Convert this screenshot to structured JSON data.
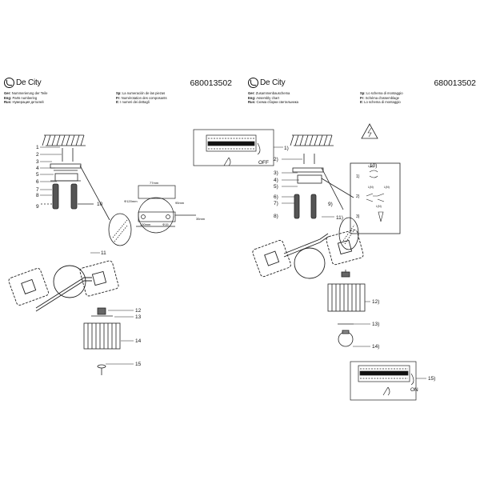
{
  "brand": "De City",
  "left": {
    "article": "680013502",
    "legend": [
      {
        "code": "Ger:",
        "text": "Nummerierung der Teile"
      },
      {
        "code": "Sp:",
        "text": "La numeración de las piezas"
      },
      {
        "code": "Eng:",
        "text": "Parts numbering"
      },
      {
        "code": "Fr:",
        "text": "Numérotation des composants"
      },
      {
        "code": "Rus:",
        "text": "Нумерация деталей"
      },
      {
        "code": "It:",
        "text": "I numeri dei dettagli"
      }
    ],
    "labels": [
      "1",
      "2",
      "3",
      "4",
      "5",
      "6",
      "7",
      "8",
      "9",
      "10",
      "11",
      "12",
      "13",
      "14",
      "15"
    ],
    "dims": {
      "top": "77mm",
      "left": "Φ120mm",
      "right": "95mm",
      "bottom": "130mm",
      "bottom2": "Φ15",
      "side": "35mm"
    }
  },
  "right": {
    "article": "680013502",
    "legend": [
      {
        "code": "Ger:",
        "text": "Zusammenbauschema"
      },
      {
        "code": "Sp:",
        "text": "Lo schema di montaggio"
      },
      {
        "code": "Eng:",
        "text": "Assembly chart"
      },
      {
        "code": "Fr:",
        "text": "Schéma d'assemblage"
      },
      {
        "code": "Rus:",
        "text": "Схема сборки светильника"
      },
      {
        "code": "It:",
        "text": "Lo schema di montaggio"
      }
    ],
    "steps": [
      "1)",
      "2)",
      "3)",
      "4)",
      "5)",
      "6)",
      "7)",
      "8)",
      "9)",
      "10)",
      "11)",
      "12)",
      "13)",
      "14)",
      "15)"
    ],
    "off": "OFF",
    "on": "ON",
    "wiring": {
      "l1": "1)",
      "l2": "2)",
      "l3": "3)",
      "ln": "L(N)"
    }
  }
}
